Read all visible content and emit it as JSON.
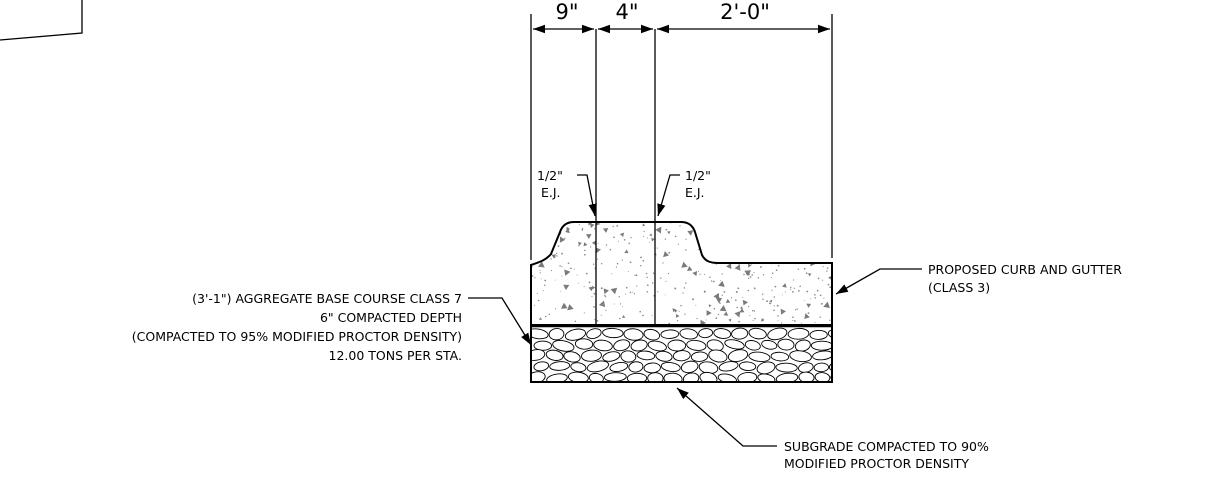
{
  "dimensions": {
    "width_1": "9\"",
    "width_2": "4\"",
    "width_3": "2'-0\""
  },
  "joints": {
    "left": {
      "line1": "1/2\"",
      "line2": "E.J."
    },
    "right": {
      "line1": "1/2\"",
      "line2": "E.J."
    }
  },
  "callouts": {
    "curb": {
      "line1": "PROPOSED CURB AND GUTTER",
      "line2": "(CLASS 3)"
    },
    "base": {
      "line1": "(3'-1\") AGGREGATE BASE COURSE CLASS 7",
      "line2": "6\" COMPACTED DEPTH",
      "line3": "(COMPACTED TO 95% MODIFIED PROCTOR DENSITY)",
      "line4": "12.00 TONS PER STA."
    },
    "subgrade": {
      "line1": "SUBGRADE COMPACTED TO 90%",
      "line2": "MODIFIED PROCTOR DENSITY"
    }
  }
}
